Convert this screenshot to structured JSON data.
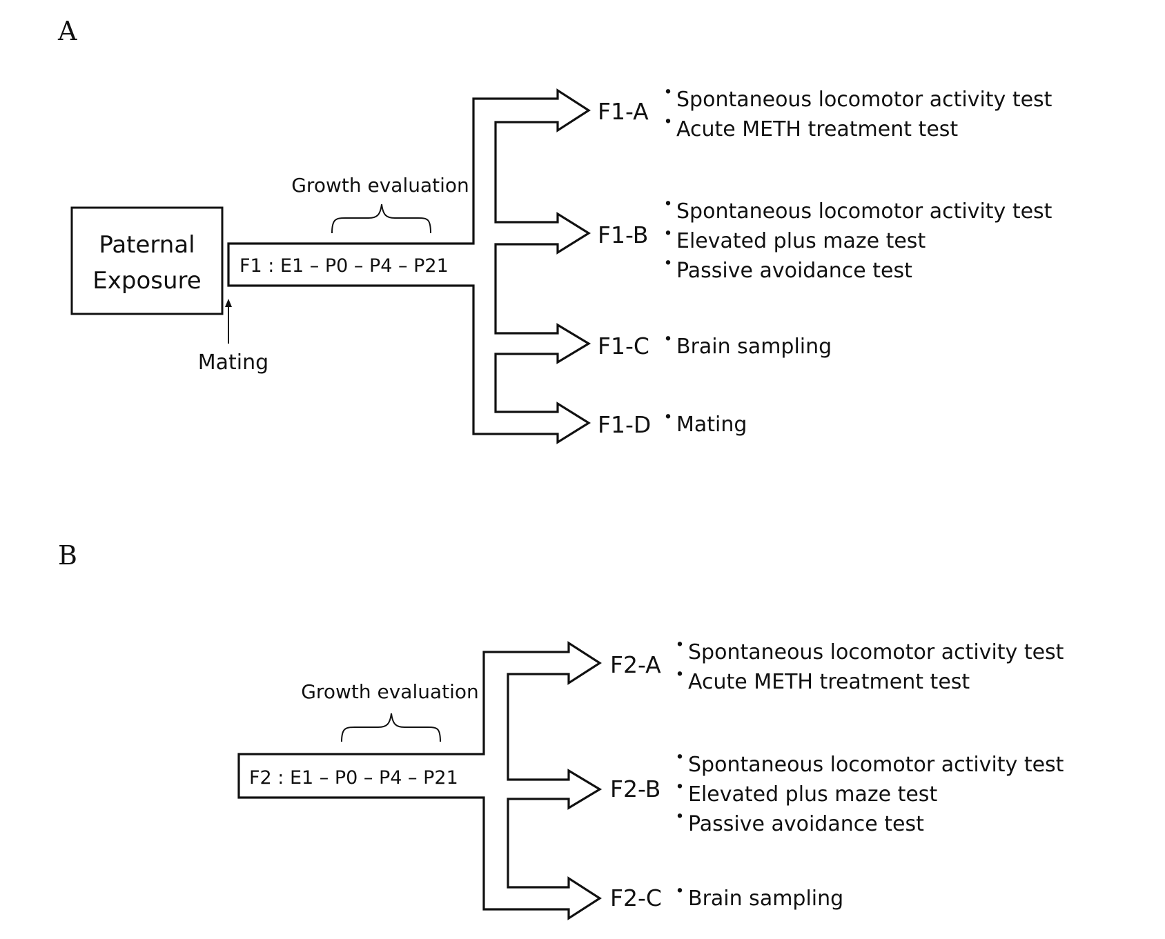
{
  "panels": [
    {
      "letter": "A",
      "source_box": {
        "line1": "Paternal",
        "line2": "Exposure"
      },
      "mating_label": "Mating",
      "growth_label": "Growth evaluation",
      "timeline": "F1 : E1 – P0 – P4 – P21",
      "branches": [
        {
          "label": "F1-A",
          "items": [
            "Spontaneous locomotor activity test",
            "Acute METH treatment test"
          ]
        },
        {
          "label": "F1-B",
          "items": [
            "Spontaneous locomotor activity test",
            "Elevated plus maze test",
            "Passive avoidance test"
          ]
        },
        {
          "label": "F1-C",
          "items": [
            "Brain sampling"
          ]
        },
        {
          "label": "F1-D",
          "items": [
            "Mating"
          ]
        }
      ]
    },
    {
      "letter": "B",
      "growth_label": "Growth evaluation",
      "timeline": "F2 : E1 – P0 – P4 – P21",
      "branches": [
        {
          "label": "F2-A",
          "items": [
            "Spontaneous locomotor activity test",
            "Acute METH treatment test"
          ]
        },
        {
          "label": "F2-B",
          "items": [
            "Spontaneous locomotor activity test",
            "Elevated plus maze test",
            "Passive avoidance test"
          ]
        },
        {
          "label": "F2-C",
          "items": [
            "Brain sampling"
          ]
        }
      ]
    }
  ],
  "bullet": "・"
}
